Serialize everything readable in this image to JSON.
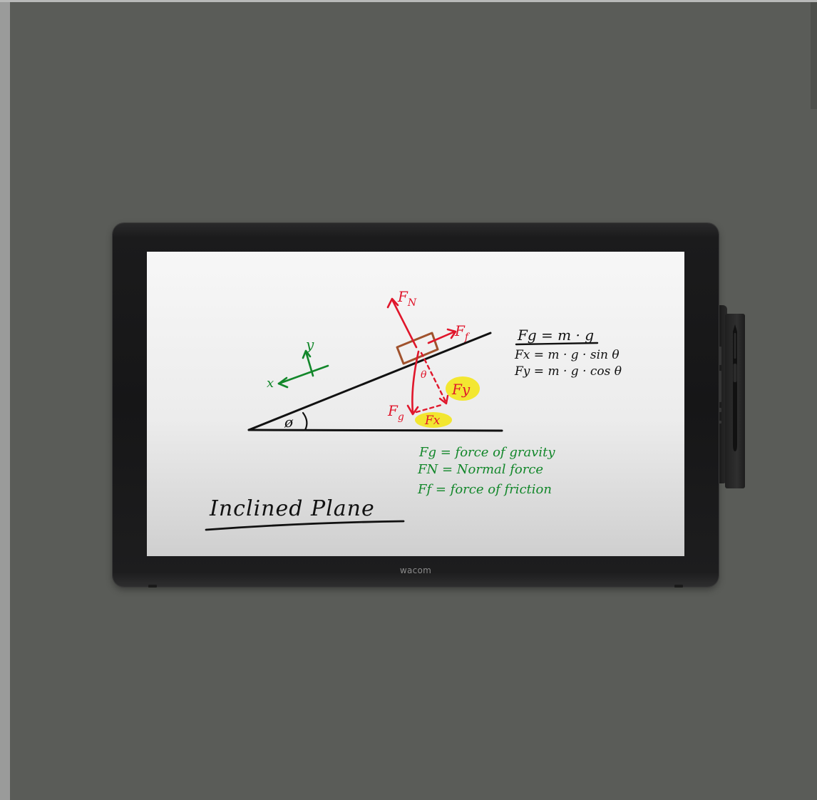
{
  "device": {
    "brand": "wacom"
  },
  "whiteboard": {
    "title": "Inclined Plane",
    "force_labels": {
      "normal": "F",
      "normal_sub": "N",
      "friction": "F",
      "friction_sub": "f",
      "gravity": "F",
      "gravity_sub": "g",
      "x_component": "Fx",
      "y_component": "Fy"
    },
    "axes": {
      "x": "x",
      "y": "y"
    },
    "angle_symbol": "ø",
    "theta_symbol": "θ",
    "equations": [
      "Fg = m · g",
      "Fx = m · g · sin θ",
      "Fy = m · g · cos θ"
    ],
    "legend": [
      "Fg = force of gravity",
      "FN = Normal force",
      "Ff = force of friction"
    ],
    "colors": {
      "ink_black": "#111111",
      "ink_red": "#e0162b",
      "ink_green": "#12872a",
      "ink_brown": "#a0522d",
      "highlight_yellow": "#f3e51c"
    }
  }
}
